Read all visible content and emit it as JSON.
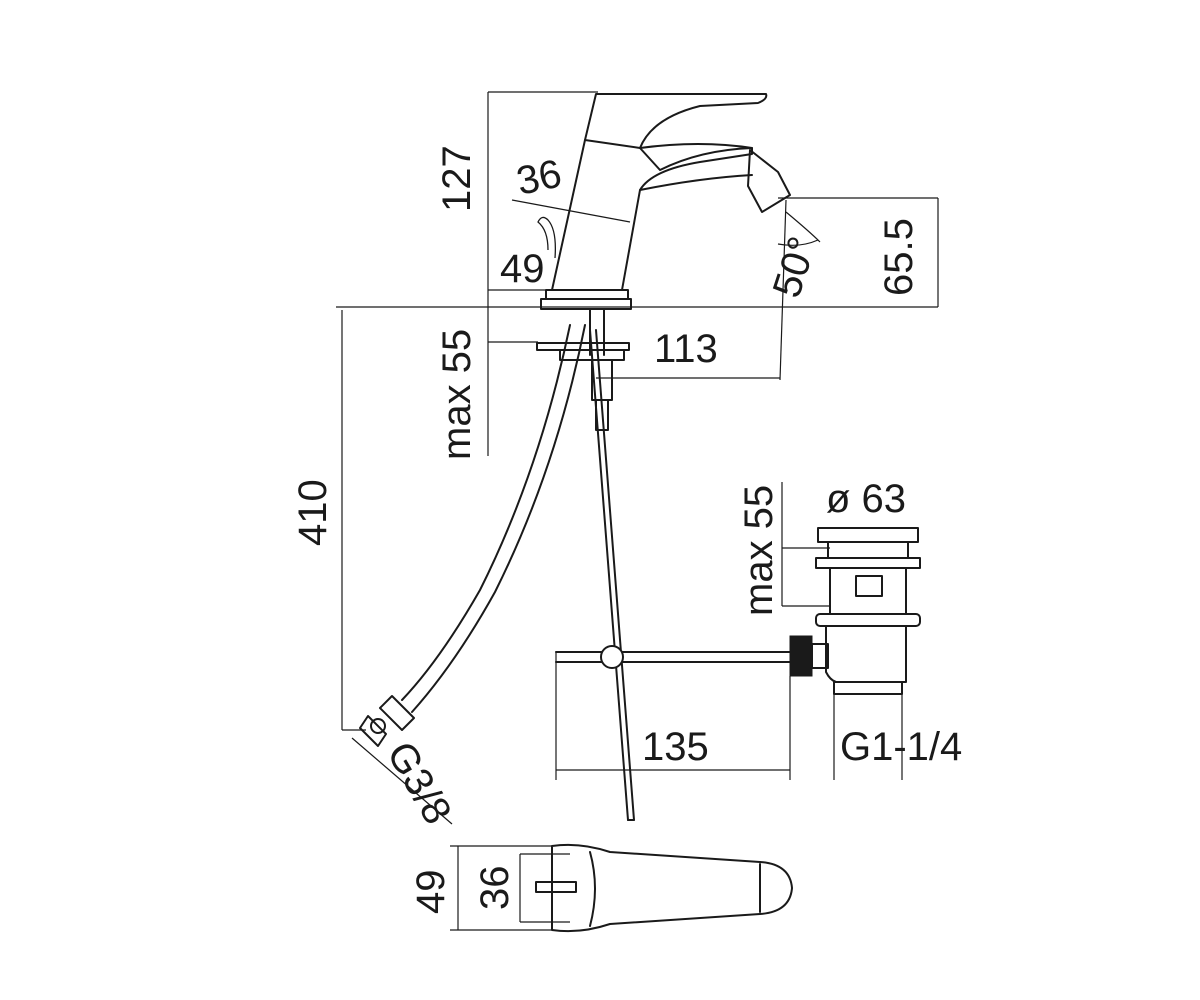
{
  "dimensions": {
    "height_total": "127",
    "body_width": "36",
    "base_diameter": "49",
    "spout_angle": "50°",
    "spout_height": "65.5",
    "max_thickness_top": "max 55",
    "reach": "113",
    "hose_length": "410",
    "hose_thread": "G3/8",
    "drain_max_thickness": "max 55",
    "drain_diameter": "ø 63",
    "drain_rod_length": "135",
    "drain_thread": "G1-1/4",
    "plan_outer": "49",
    "plan_inner": "36"
  }
}
